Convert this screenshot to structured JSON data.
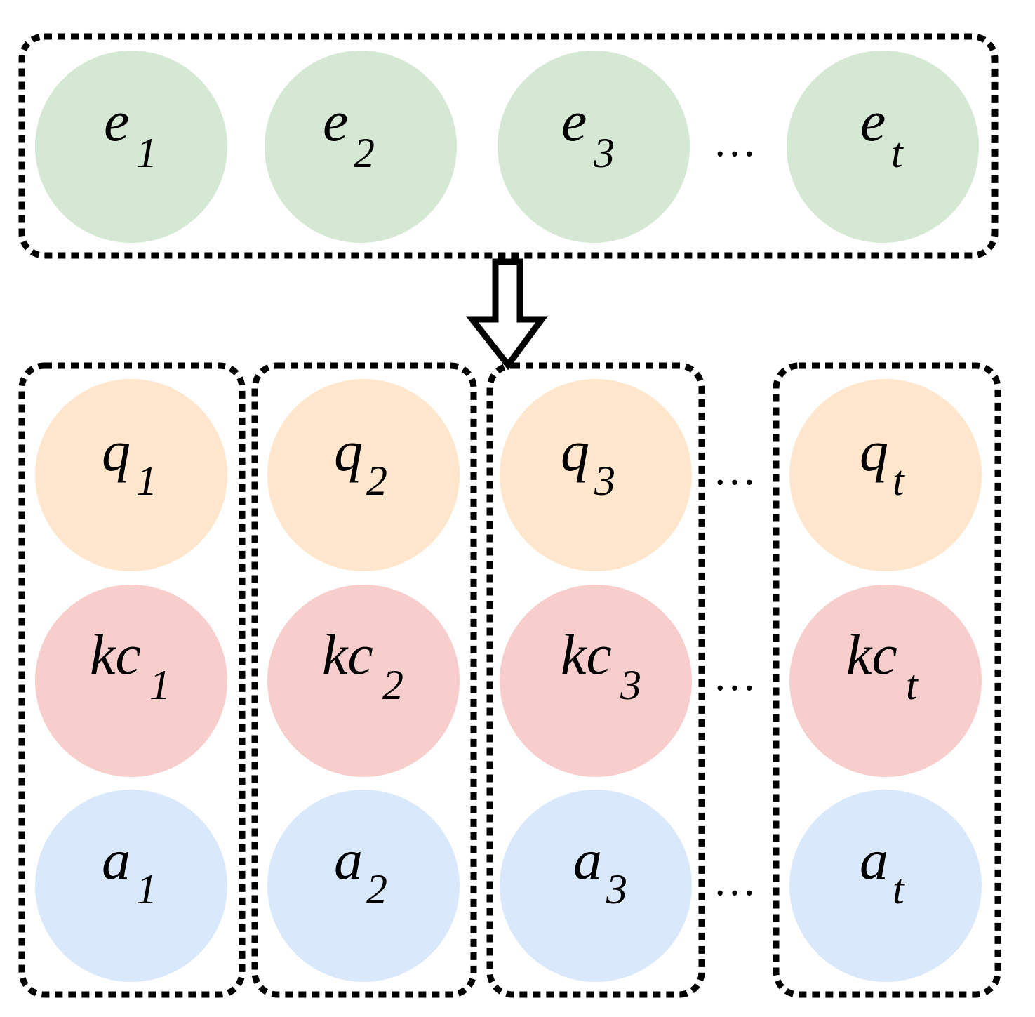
{
  "colors": {
    "exercise": "#d5e8d4",
    "question": "#ffe6cc",
    "concept": "#f8cecc",
    "answer": "#dae8fc",
    "outline": "#000000"
  },
  "top_row": {
    "nodes": [
      {
        "main": "e",
        "sub": "1"
      },
      {
        "main": "e",
        "sub": "2"
      },
      {
        "main": "e",
        "sub": "3"
      },
      {
        "main": "e",
        "sub": "t"
      }
    ],
    "ellipsis": "…"
  },
  "arrow": {
    "direction": "down",
    "icon": "hollow-down-arrow-icon"
  },
  "columns": [
    {
      "q": {
        "main": "q",
        "sub": "1"
      },
      "kc": {
        "main": "kc",
        "sub": "1"
      },
      "a": {
        "main": "a",
        "sub": "1"
      }
    },
    {
      "q": {
        "main": "q",
        "sub": "2"
      },
      "kc": {
        "main": "kc",
        "sub": "2"
      },
      "a": {
        "main": "a",
        "sub": "2"
      }
    },
    {
      "q": {
        "main": "q",
        "sub": "3"
      },
      "kc": {
        "main": "kc",
        "sub": "3"
      },
      "a": {
        "main": "a",
        "sub": "3"
      }
    },
    {
      "q": {
        "main": "q",
        "sub": "t"
      },
      "kc": {
        "main": "kc",
        "sub": "t"
      },
      "a": {
        "main": "a",
        "sub": "t"
      }
    }
  ],
  "row_ellipsis": {
    "q": "…",
    "kc": "…",
    "a": "…"
  }
}
